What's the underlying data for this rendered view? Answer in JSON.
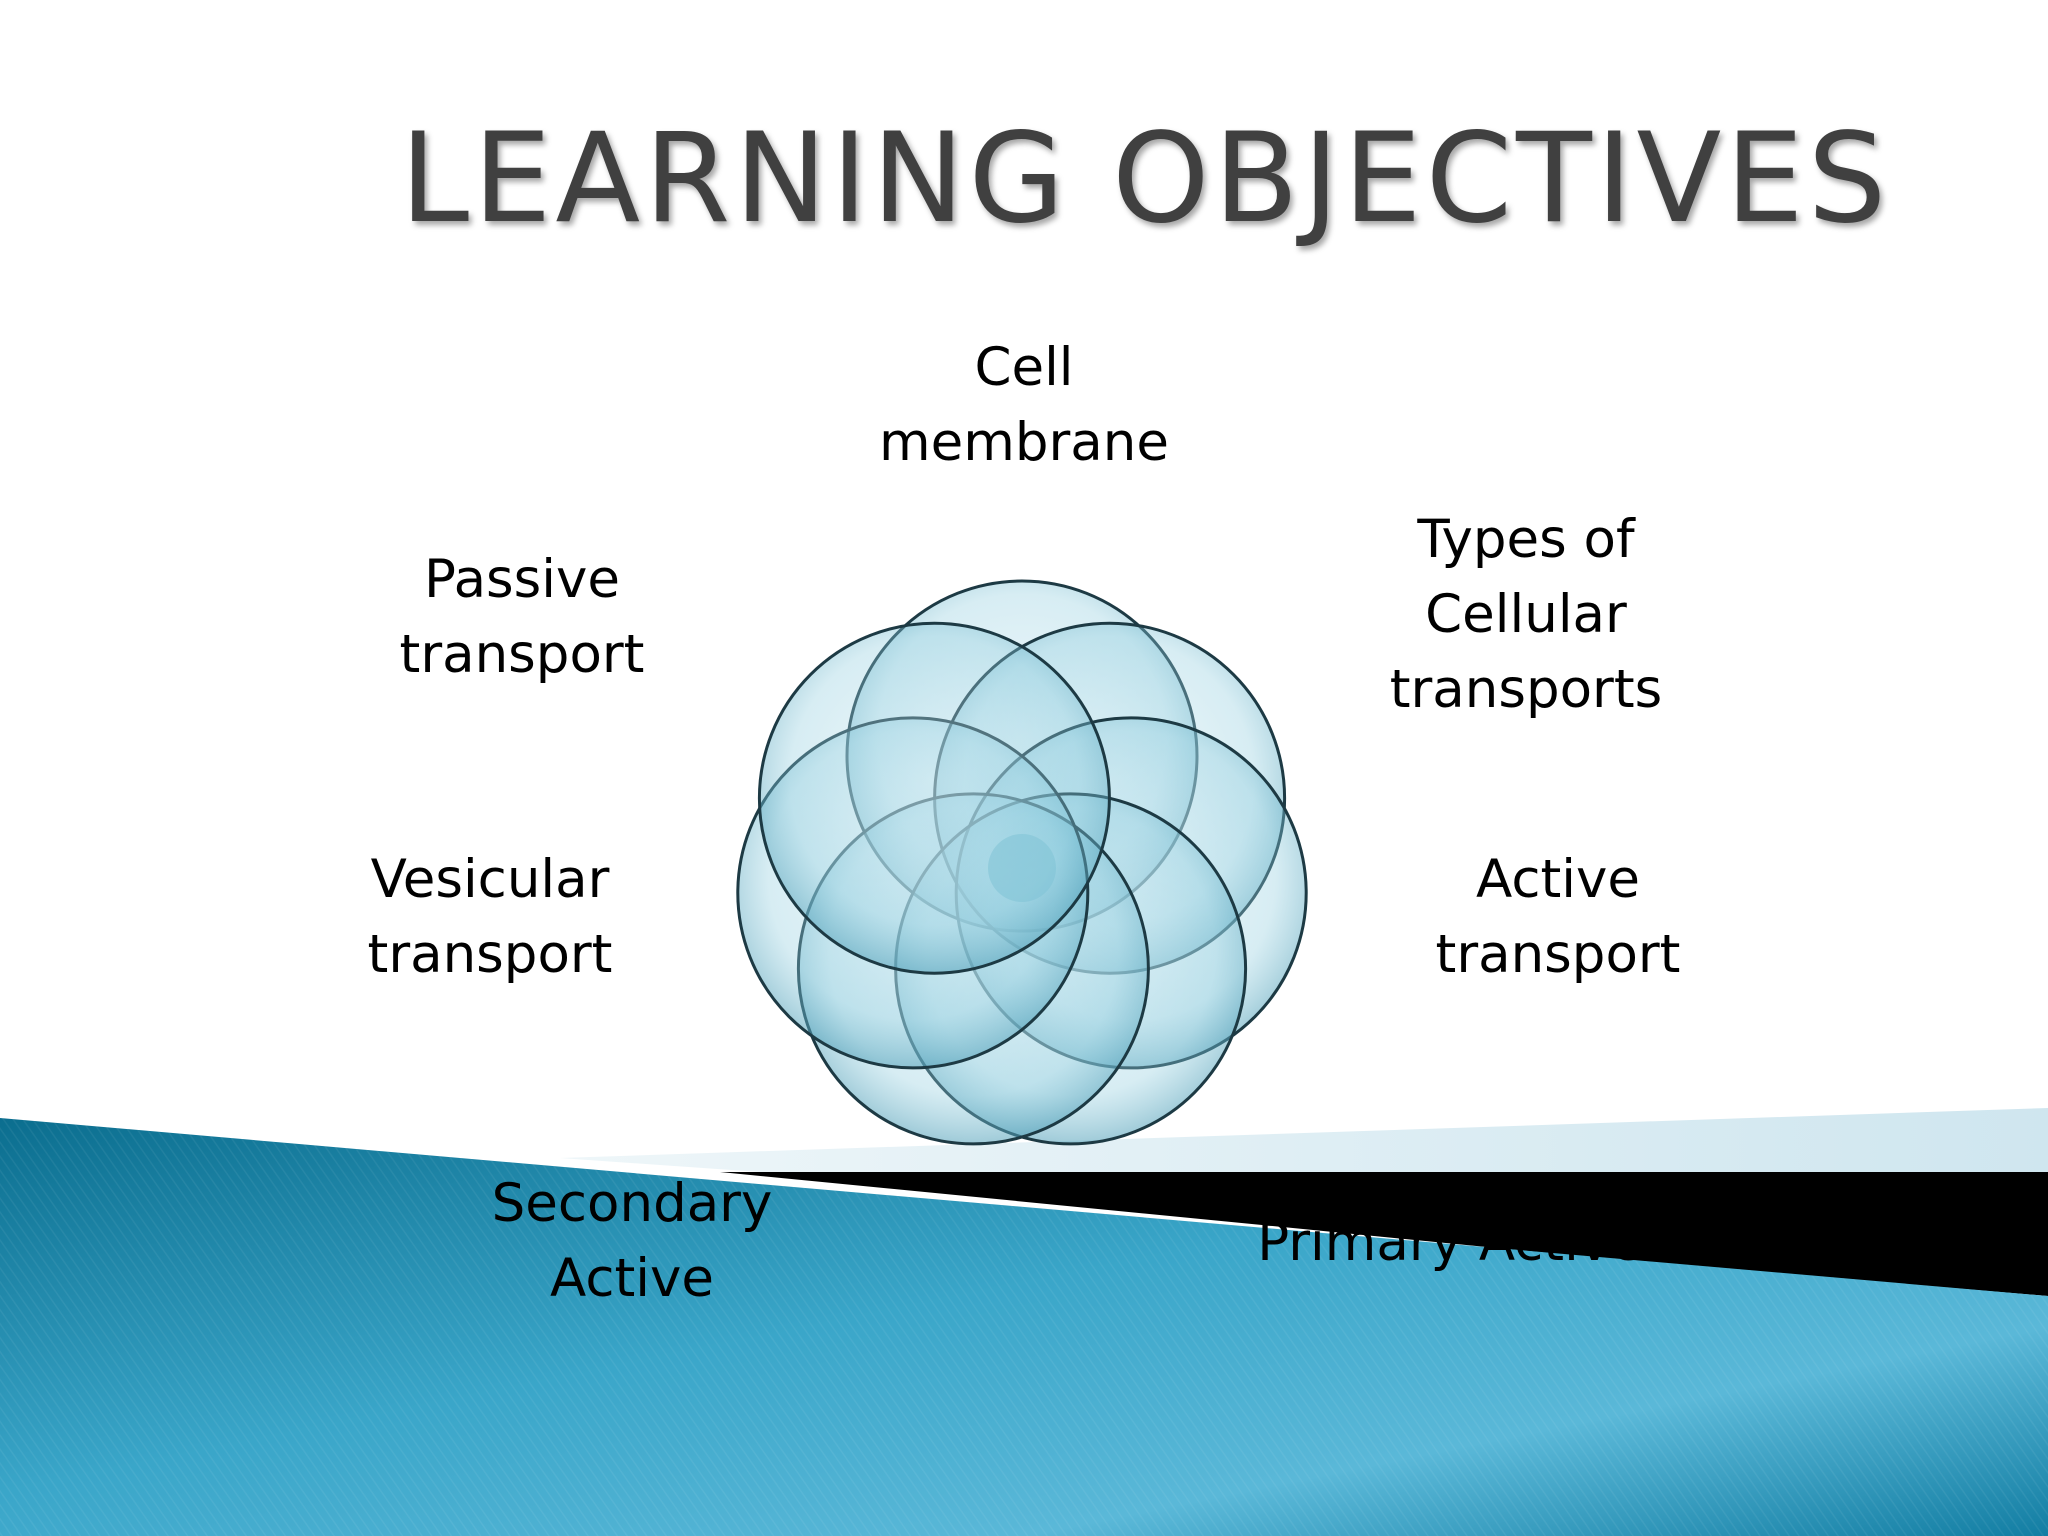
{
  "slide": {
    "title": "LEARNING OBJECTIVES"
  },
  "diagram": {
    "labels": {
      "cell_membrane": "Cell\nmembrane",
      "types_of_cellular_transports": "Types of\nCellular\ntransports",
      "active_transport": "Active\ntransport",
      "primary_active": "Primary Active",
      "secondary_active": "Secondary\nActive",
      "vesicular_transport": "Vesicular\ntransport",
      "passive_transport": "Passive\ntransport"
    },
    "circle_count": 7
  },
  "colors": {
    "circle_fill": "#7fc3d6",
    "circle_stroke": "#1d3a44",
    "teal_band": "#1a8fb4",
    "black_band": "#000000",
    "title_text": "#404040"
  }
}
